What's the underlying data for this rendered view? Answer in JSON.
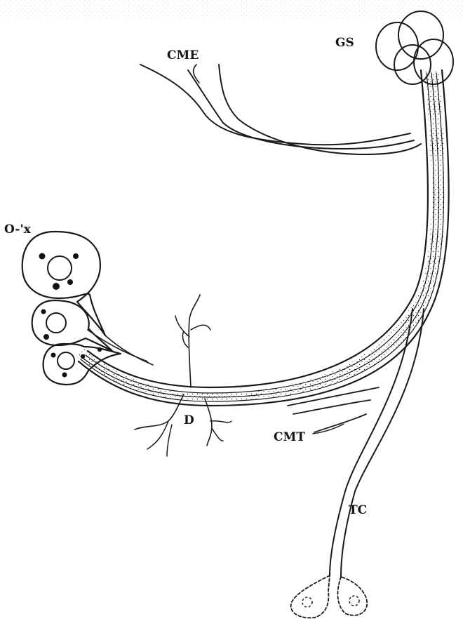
{
  "figure": {
    "labels": {
      "gs": "GS",
      "cme": "CME",
      "o_x": "O-'x",
      "d": "D",
      "cmt": "CMT",
      "tc": "TC"
    }
  },
  "colors": {
    "ink": "#1a1a1a",
    "paper": "#ffffff",
    "stipple": "#2b2b2b"
  }
}
